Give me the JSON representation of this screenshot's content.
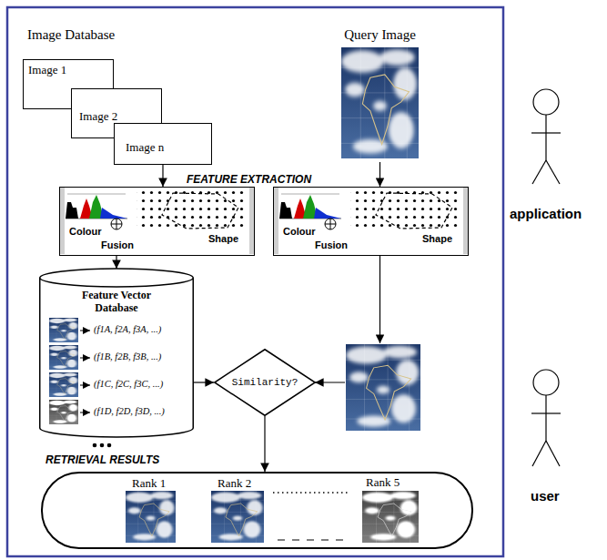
{
  "diagram": {
    "nodes": [
      {
        "text": [
          "Image 1"
        ]
      },
      {
        "text": [
          "Image 2"
        ]
      },
      {
        "text": [
          "Image n"
        ]
      },
      {
        "text": [
          "Query Image"
        ]
      },
      {
        "text": [
          "Colour",
          "Fusion",
          "Shape"
        ]
      },
      {
        "text": [
          "Colour",
          "Fusion",
          "Shape"
        ]
      },
      {
        "text": [
          "Feature Vector Database",
          "(f1A, f2A, f3A, ...)",
          "(f1B, f2B, f3B, ...)",
          "(f1C, f2C, f3C, ...)",
          "(f1D, f2D, f3D, ...)"
        ]
      },
      {
        "text": [
          "Similarity?"
        ]
      },
      {
        "text": [
          "Rank 1",
          "Rank 2",
          "Rank 5"
        ]
      }
    ],
    "edges": [
      {
        "from": 2,
        "to": 4,
        "arrow": "to"
      },
      {
        "from": 3,
        "to": 5,
        "arrow": "to"
      },
      {
        "from": 4,
        "to": 6,
        "arrow": "to"
      },
      {
        "from": 6,
        "to": 7,
        "arrow": "to"
      },
      {
        "from": 7,
        "to": 8,
        "arrow": "to"
      }
    ],
    "labels": [
      "Image Database",
      "FEATURE EXTRACTION",
      "RETRIEVAL RESULTS",
      "application",
      "user"
    ]
  }
}
